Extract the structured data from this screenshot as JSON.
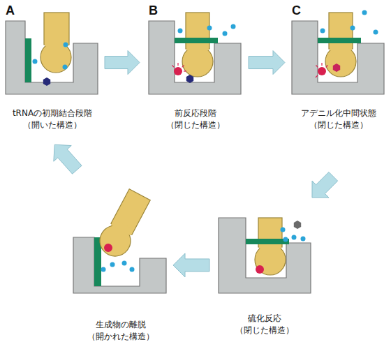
{
  "diagram": {
    "nodes": [
      {
        "text": [
          "A",
          "tRNAの初期結合段階 （開いた構造）"
        ]
      },
      {
        "text": [
          "B",
          "前反応段階 （閉じた構造）"
        ]
      },
      {
        "text": [
          "C",
          "アデニル化中間状態 （閉じた構造）"
        ]
      },
      {
        "text": [
          "生成物の離脱 （開かれた構造）"
        ]
      },
      {
        "text": [
          "硫化反応 （閉じた構造）"
        ]
      }
    ],
    "edges": [
      {
        "from": 0,
        "to": 1,
        "arrow": "to"
      },
      {
        "from": 1,
        "to": 2,
        "arrow": "to"
      },
      {
        "from": 2,
        "to": 4,
        "arrow": "to"
      },
      {
        "from": 4,
        "to": 3,
        "arrow": "to"
      },
      {
        "from": 3,
        "to": 0,
        "arrow": "to"
      }
    ]
  }
}
